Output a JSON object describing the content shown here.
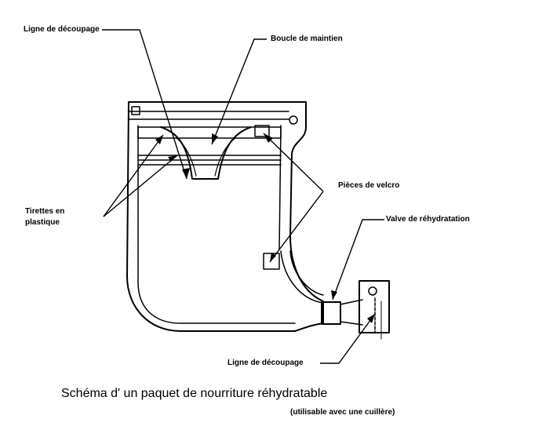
{
  "labels": {
    "cut_line_top": "Ligne de découpage",
    "holding_loop": "Boucle de maintien",
    "velcro": "Pièces de velcro",
    "plastic_pulls_line1": "Tirettes en",
    "plastic_pulls_line2": "plastique",
    "rehydration_valve": "Valve de réhydratation",
    "cut_line_bottom": "Ligne de découpage"
  },
  "caption": {
    "title": "Schéma d' un paquet de nourriture réhydratable",
    "subtitle": "(utilisable avec une cuillère)"
  }
}
